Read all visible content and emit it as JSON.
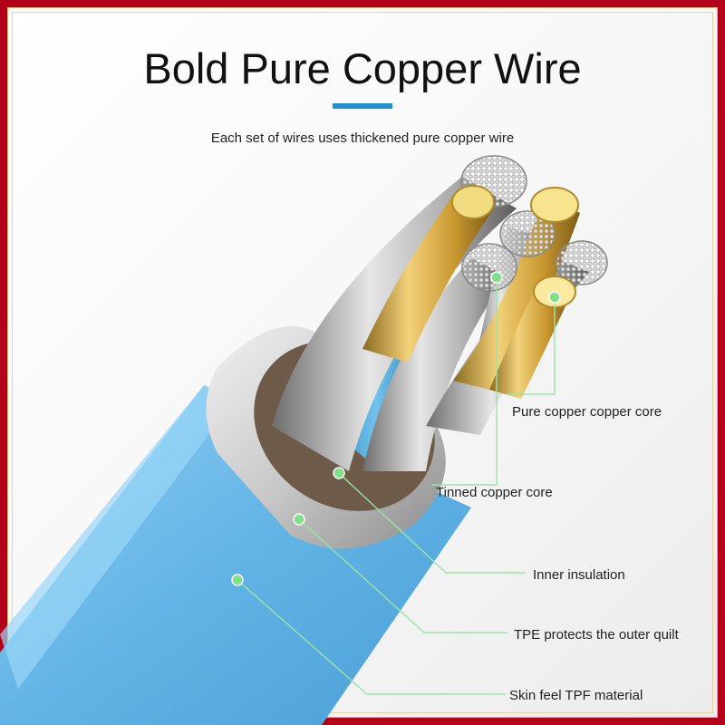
{
  "title": "Bold Pure Copper Wire",
  "subtitle": "Each set of wires uses thickened pure copper wire",
  "callouts": {
    "pure_copper_core": "Pure copper copper core",
    "tinned_copper_core": "Tinned copper core",
    "inner_insulation": "Inner insulation",
    "tpe_outer": "TPE protects the outer quilt",
    "skin_feel": "Skin feel TPF material"
  },
  "colors": {
    "border": "#b3001b",
    "accent": "#1e8fd0",
    "jacket": "#6ab8e8",
    "copper": "#d4a94a",
    "tinned": "#b8b8b8",
    "leader": "#7fe08a"
  }
}
